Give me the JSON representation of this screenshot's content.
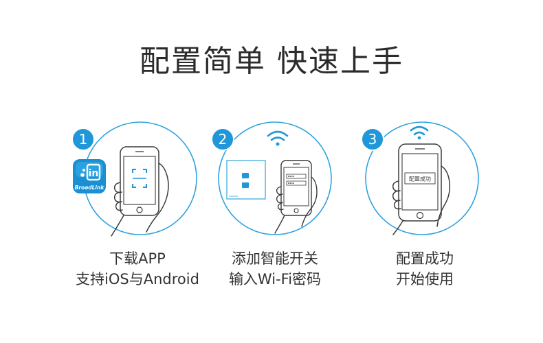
{
  "page": {
    "title": "配置简单 快速上手"
  },
  "colors": {
    "accent": "#1f97d8",
    "circle": "#2fa3de",
    "line": "#3a3a3a",
    "text": "#333333"
  },
  "steps": [
    {
      "number": "1",
      "icons": [
        "broadlink-app-icon",
        "phone-scan-icon",
        "hand-icon"
      ],
      "app_label": "BroadLink",
      "line1": "下载APP",
      "line2": "支持iOS与Android"
    },
    {
      "number": "2",
      "icons": [
        "wifi-icon",
        "smart-switch-icon",
        "phone-icon",
        "hand-icon"
      ],
      "line1": "添加智能开关",
      "line2": "输入Wi-Fi密码"
    },
    {
      "number": "3",
      "icons": [
        "wifi-icon",
        "phone-icon",
        "hand-icon"
      ],
      "screen_text": "配置成功",
      "line1": "配置成功",
      "line2": "开始使用"
    }
  ]
}
